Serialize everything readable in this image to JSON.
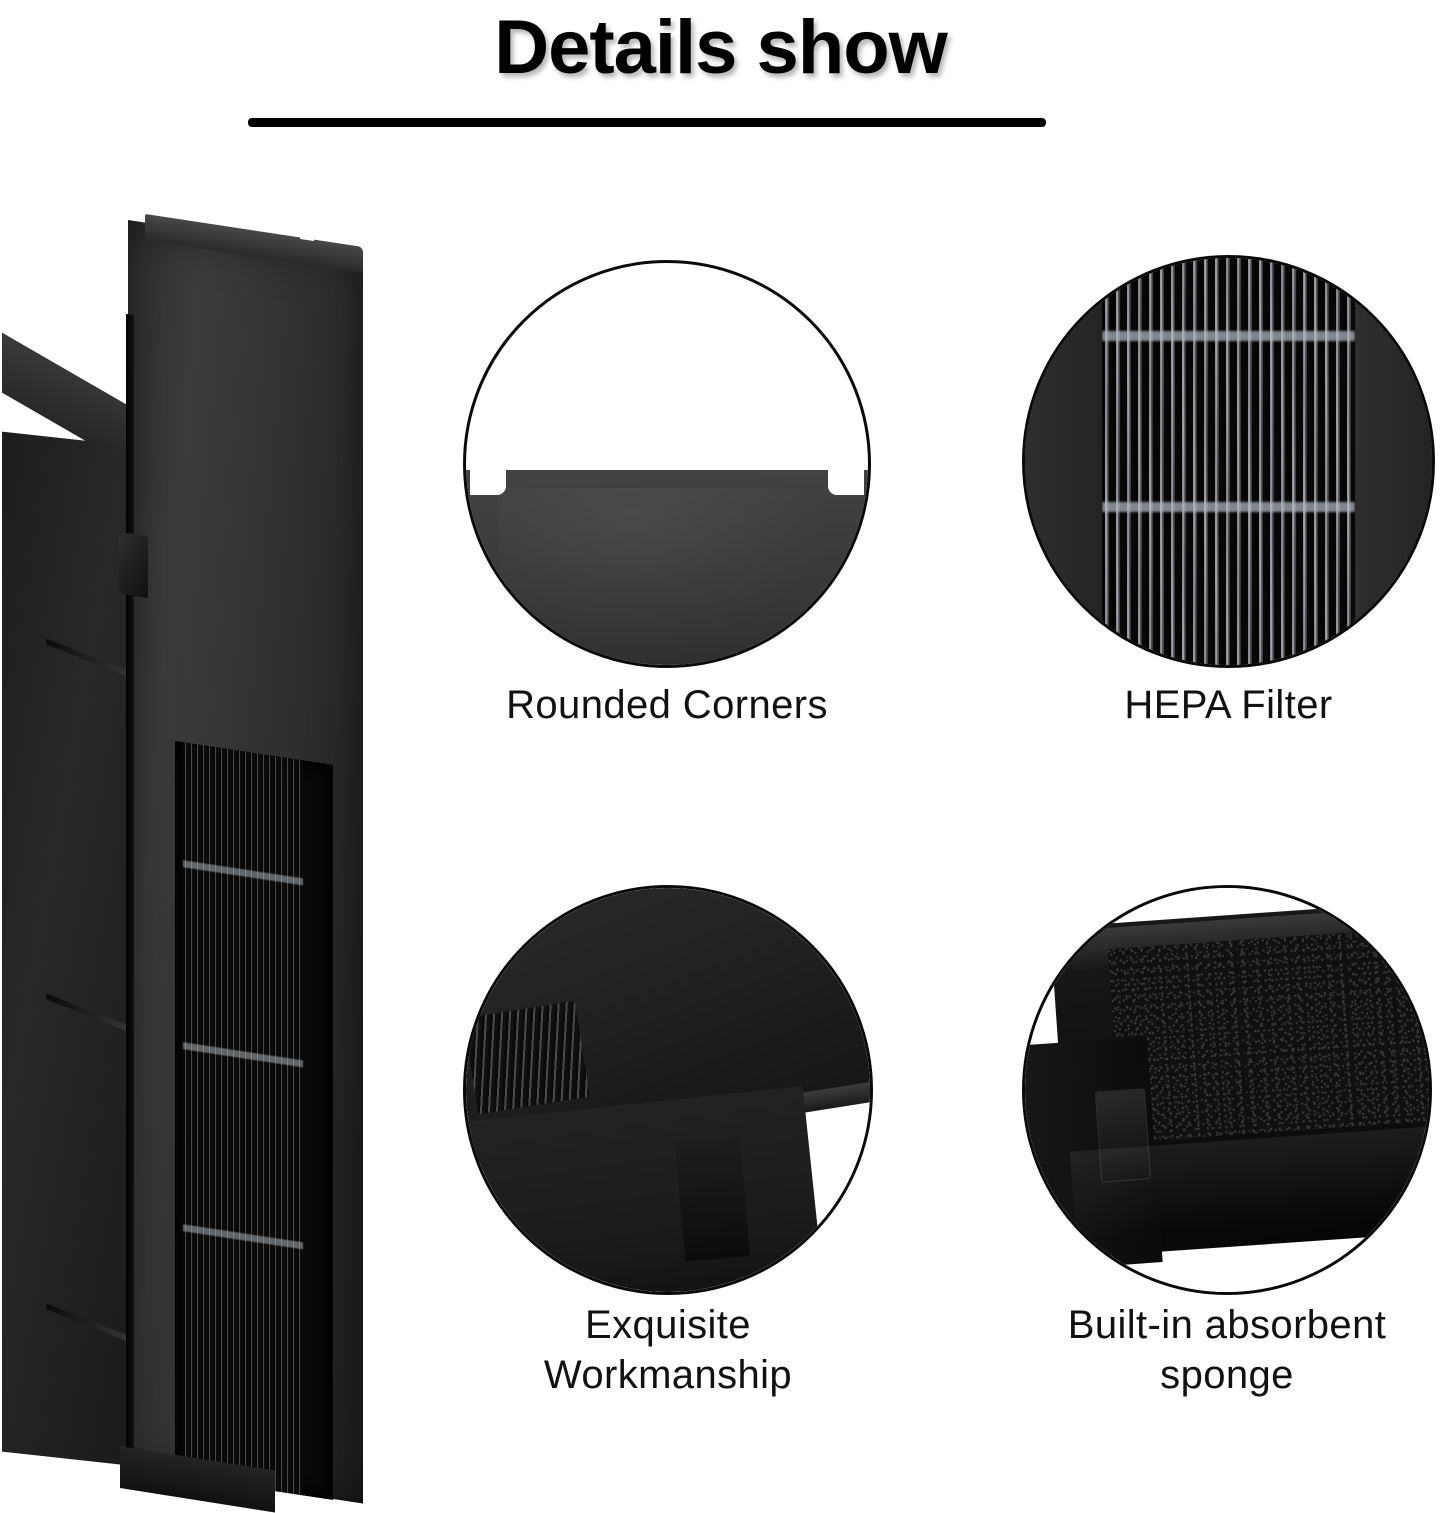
{
  "header": {
    "title": "Details show",
    "rule": "horizontal-rule"
  },
  "product": {
    "name": "air-purifier-replacement-filter",
    "description": "Black plastic HEPA filter cartridge shown at an angle with pleated filter media visible through the front window",
    "body_color": "#2f2f2f",
    "media_color": "#8e9095"
  },
  "callouts": [
    {
      "id": "rounded-corners",
      "caption": "Rounded Corners",
      "caption_lines": [
        "Rounded Corners"
      ],
      "detail": "Top edge of the filter frame showing smooth rounded/notched corners"
    },
    {
      "id": "hepa-filter",
      "caption": "HEPA Filter",
      "caption_lines": [
        "HEPA Filter"
      ],
      "detail": "Close-up of densely pleated HEPA media with two horizontal separator bands"
    },
    {
      "id": "exquisite-workmanship",
      "caption": "Exquisite Workmanship",
      "caption_lines": [
        "Exquisite",
        "Workmanship"
      ],
      "detail": "Angled corner of the moulded plastic frame meeting the pleated media"
    },
    {
      "id": "built-in-absorbent-sponge",
      "caption": "Built-in absorbent sponge",
      "caption_lines": [
        "Built-in absorbent",
        "sponge"
      ],
      "detail": "Glossy black tray holding a textured black absorbent foam sponge"
    }
  ],
  "theme": {
    "background": "#ffffff",
    "text": "#111111",
    "outline": "#0a0a0a"
  }
}
